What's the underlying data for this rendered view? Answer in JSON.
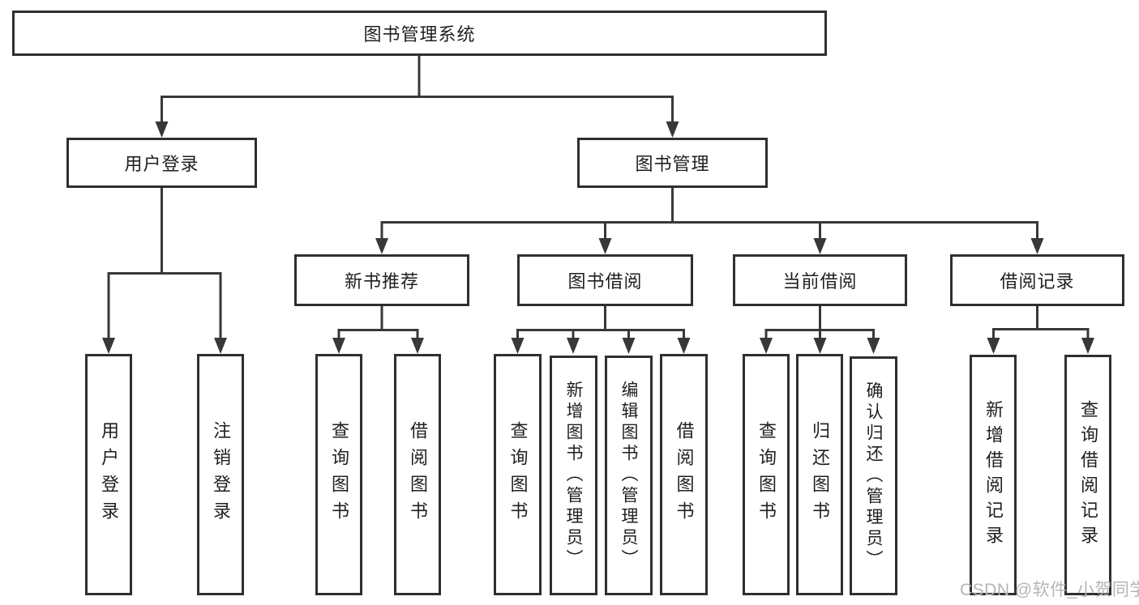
{
  "diagram_title": "图书管理系统",
  "tree": {
    "label": "图书管理系统",
    "children": [
      {
        "label": "用户登录",
        "children": [
          {
            "label": "用户登录"
          },
          {
            "label": "注销登录"
          }
        ]
      },
      {
        "label": "图书管理",
        "children": [
          {
            "label": "新书推荐",
            "children": [
              {
                "label": "查询图书"
              },
              {
                "label": "借阅图书"
              }
            ]
          },
          {
            "label": "图书借阅",
            "children": [
              {
                "label": "查询图书"
              },
              {
                "label": "新增图书（管理员）"
              },
              {
                "label": "编辑图书（管理员）"
              },
              {
                "label": "借阅图书"
              }
            ]
          },
          {
            "label": "当前借阅",
            "children": [
              {
                "label": "查询图书"
              },
              {
                "label": "归还图书"
              },
              {
                "label": "确认归还（管理员）"
              }
            ]
          },
          {
            "label": "借阅记录",
            "children": [
              {
                "label": "新增借阅记录"
              },
              {
                "label": "查询借阅记录"
              }
            ]
          }
        ]
      }
    ]
  },
  "watermark": "CSDN @软件_小贺同学",
  "colors": {
    "line": "#383838",
    "box_border": "#2f2f2f",
    "text": "#1f1f1f",
    "watermark": "#b5b5b5",
    "background": "#ffffff"
  }
}
